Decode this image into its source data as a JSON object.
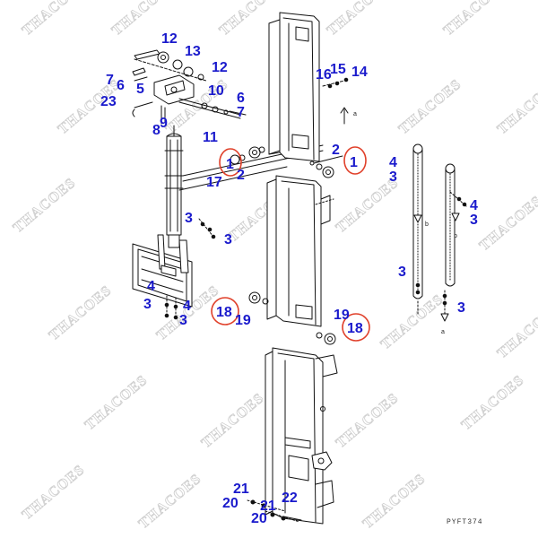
{
  "diagram": {
    "drawing_code": "PYFT374",
    "watermark_text": "THACOES",
    "view_arrow_labels": [
      "a",
      "b",
      "b",
      "a"
    ],
    "callout_color": "#1a1acc",
    "highlight_color": "#e0402a",
    "callouts": [
      {
        "id": "c12a",
        "label": "12"
      },
      {
        "id": "c13",
        "label": "13"
      },
      {
        "id": "c12b",
        "label": "12"
      },
      {
        "id": "c7a",
        "label": "7"
      },
      {
        "id": "c6a",
        "label": "6"
      },
      {
        "id": "c5",
        "label": "5"
      },
      {
        "id": "c10",
        "label": "10"
      },
      {
        "id": "c23",
        "label": "23"
      },
      {
        "id": "c9",
        "label": "9"
      },
      {
        "id": "c8",
        "label": "8"
      },
      {
        "id": "c6b",
        "label": "6"
      },
      {
        "id": "c7b",
        "label": "7"
      },
      {
        "id": "c11",
        "label": "11"
      },
      {
        "id": "c16",
        "label": "16"
      },
      {
        "id": "c15",
        "label": "15"
      },
      {
        "id": "c14",
        "label": "14"
      },
      {
        "id": "c1a",
        "label": "1"
      },
      {
        "id": "c2a",
        "label": "2"
      },
      {
        "id": "c17",
        "label": "17"
      },
      {
        "id": "c2b",
        "label": "2"
      },
      {
        "id": "c1b",
        "label": "1"
      },
      {
        "id": "c4a",
        "label": "4"
      },
      {
        "id": "c3a",
        "label": "3"
      },
      {
        "id": "c4b",
        "label": "4"
      },
      {
        "id": "c3b",
        "label": "3"
      },
      {
        "id": "c3c",
        "label": "3"
      },
      {
        "id": "c3d",
        "label": "3"
      },
      {
        "id": "c3e",
        "label": "3"
      },
      {
        "id": "c3f",
        "label": "3"
      },
      {
        "id": "c4c",
        "label": "4"
      },
      {
        "id": "c3g",
        "label": "3"
      },
      {
        "id": "c4d",
        "label": "4"
      },
      {
        "id": "c3h",
        "label": "3"
      },
      {
        "id": "c18a",
        "label": "18"
      },
      {
        "id": "c19a",
        "label": "19"
      },
      {
        "id": "c19b",
        "label": "19"
      },
      {
        "id": "c18b",
        "label": "18"
      },
      {
        "id": "c21a",
        "label": "21"
      },
      {
        "id": "c20a",
        "label": "20"
      },
      {
        "id": "c21b",
        "label": "21"
      },
      {
        "id": "c22",
        "label": "22"
      },
      {
        "id": "c20b",
        "label": "20"
      }
    ]
  }
}
